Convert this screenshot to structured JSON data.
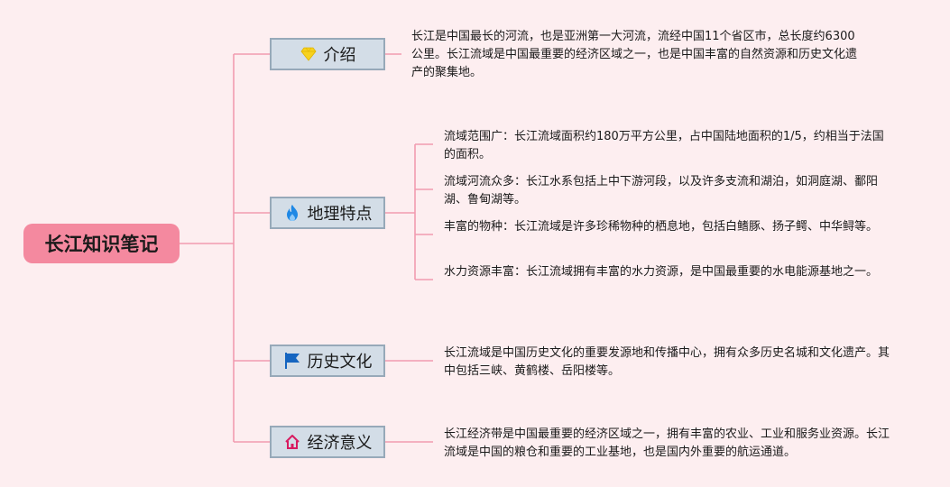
{
  "root": {
    "title": "长江知识笔记"
  },
  "colors": {
    "background": "#fdeef0",
    "root_fill": "#f4899f",
    "line": "#f29bb0",
    "topic_fill": "#d3dde7",
    "topic_border": "#97a9b9"
  },
  "topics": [
    {
      "label": "介绍",
      "icon": "diamond-icon",
      "notes": [
        "长江是中国最长的河流，也是亚洲第一大河流，流经中国11个省区市，总长度约6300公里。长江流域是中国最重要的经济区域之一，也是中国丰富的自然资源和历史文化遗产的聚集地。"
      ]
    },
    {
      "label": "地理特点",
      "icon": "flame-icon",
      "notes": [
        "流域范围广：长江流域面积约180万平方公里，占中国陆地面积的1/5，约相当于法国的面积。",
        "流域河流众多：长江水系包括上中下游河段，以及许多支流和湖泊，如洞庭湖、鄱阳湖、鲁甸湖等。",
        "丰富的物种：长江流域是许多珍稀物种的栖息地，包括白鳍豚、扬子鳄、中华鲟等。",
        "水力资源丰富：长江流域拥有丰富的水力资源，是中国最重要的水电能源基地之一。"
      ]
    },
    {
      "label": "历史文化",
      "icon": "flag-icon",
      "notes": [
        "长江流域是中国历史文化的重要发源地和传播中心，拥有众多历史名城和文化遗产。其中包括三峡、黄鹤楼、岳阳楼等。"
      ]
    },
    {
      "label": "经济意义",
      "icon": "home-icon",
      "notes": [
        "长江经济带是中国最重要的经济区域之一，拥有丰富的农业、工业和服务业资源。长江流域是中国的粮仓和重要的工业基地，也是国内外重要的航运通道。"
      ]
    }
  ]
}
